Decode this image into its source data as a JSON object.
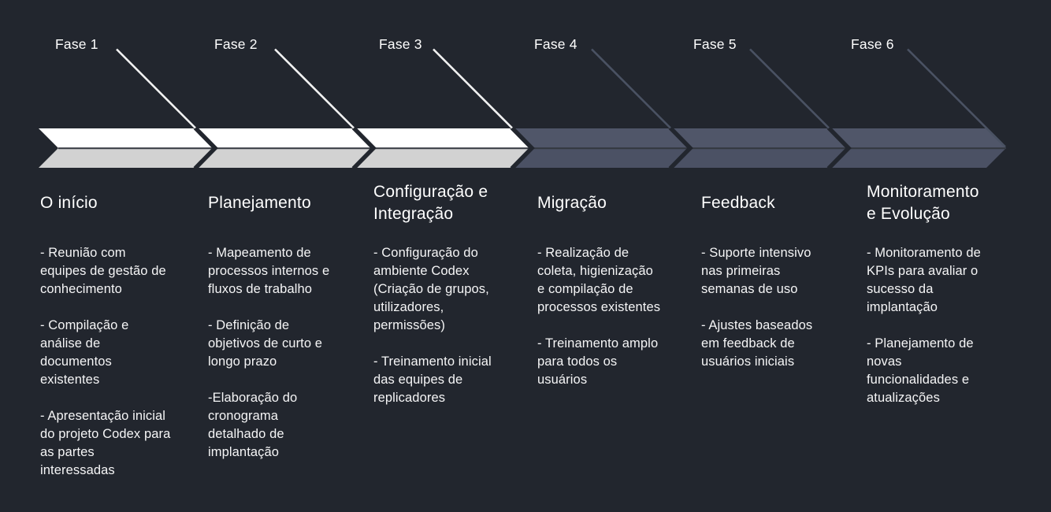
{
  "diagram": {
    "background_color": "#22262e",
    "band": {
      "light_top_color": "#ffffff",
      "light_bottom_color": "#d2d2d2",
      "dark_top_color": "#505669",
      "dark_bottom_color": "#4b5164",
      "divider_color": "#33373f",
      "gap_color": "#22262e",
      "connector_light_color": "#f2f2f2",
      "connector_dark_color": "#4a5263"
    },
    "phases": [
      {
        "label": "Fase 1",
        "title": "O início",
        "bullets": [
          "- Reunião com\nequipes de gestão de\nconhecimento",
          "- Compilação e\nanálise de\ndocumentos\nexistentes",
          "- Apresentação inicial\ndo projeto Codex para\nas partes\ninteressadas"
        ]
      },
      {
        "label": "Fase 2",
        "title": "Planejamento",
        "bullets": [
          "- Mapeamento de\nprocessos internos e\nfluxos de trabalho",
          "- Definição de\nobjetivos de curto e\nlongo prazo",
          "-Elaboração do\ncronograma\ndetalhado de\nimplantação"
        ]
      },
      {
        "label": "Fase 3",
        "title": "Configuração e\nIntegração",
        "bullets": [
          "- Configuração do\nambiente Codex\n(Criação de grupos,\nutilizadores,\npermissões)",
          "- Treinamento inicial\ndas equipes de\nreplicadores"
        ]
      },
      {
        "label": "Fase 4",
        "title": "Migração",
        "bullets": [
          "- Realização de\ncoleta, higienização\ne compilação de\nprocessos existentes",
          "- Treinamento amplo\npara todos os\nusuários"
        ]
      },
      {
        "label": "Fase 5",
        "title": "Feedback",
        "bullets": [
          "- Suporte intensivo\nnas primeiras\nsemanas de uso",
          "- Ajustes baseados\nem feedback de\nusuários iniciais"
        ]
      },
      {
        "label": "Fase 6",
        "title": "Monitoramento\ne Evolução",
        "bullets": [
          "- Monitoramento de\nKPIs para avaliar o\nsucesso da\nimplantação",
          "- Planejamento de\nnovas\nfuncionalidades e\natualizações"
        ]
      }
    ]
  }
}
